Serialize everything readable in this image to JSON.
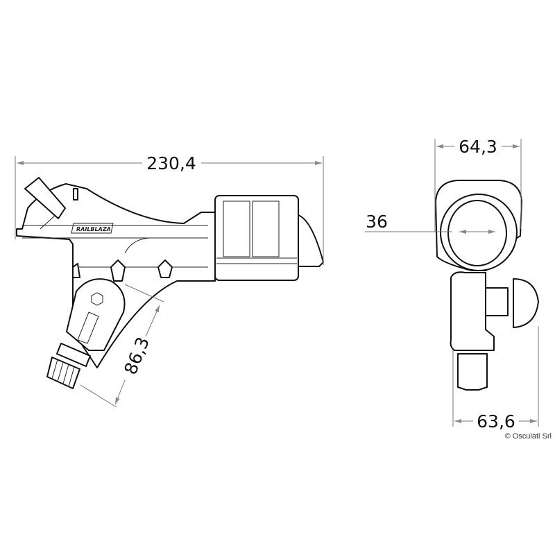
{
  "dimensions": {
    "overall_length": "230,4",
    "mount_height": "86,3",
    "front_width_top": "64,3",
    "tube_diameter": "36",
    "front_width_bottom": "63,6"
  },
  "logo_text": "RAILBLAZA",
  "copyright": "© Osculati Srl"
}
